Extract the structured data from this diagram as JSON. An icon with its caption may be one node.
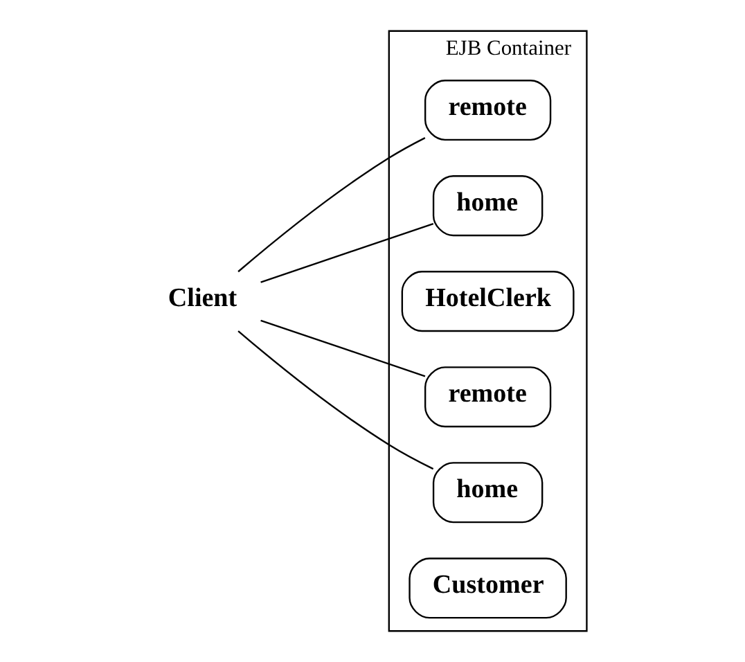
{
  "diagram": {
    "nodes": [
      {
        "text": [
          "Client"
        ]
      },
      {
        "text": [
          "EJB Container"
        ]
      },
      {
        "text": [
          "remote"
        ],
        "in": 1
      },
      {
        "text": [
          "home"
        ],
        "in": 1
      },
      {
        "text": [
          "HotelClerk"
        ],
        "in": 1
      },
      {
        "text": [
          "remote"
        ],
        "in": 1
      },
      {
        "text": [
          "home"
        ],
        "in": 1
      },
      {
        "text": [
          "Customer"
        ],
        "in": 1
      }
    ],
    "edges": [
      {
        "from": 0,
        "to": 2,
        "arrow": "none"
      },
      {
        "from": 0,
        "to": 3,
        "arrow": "none"
      },
      {
        "from": 0,
        "to": 5,
        "arrow": "none"
      },
      {
        "from": 0,
        "to": 6,
        "arrow": "none"
      }
    ]
  }
}
